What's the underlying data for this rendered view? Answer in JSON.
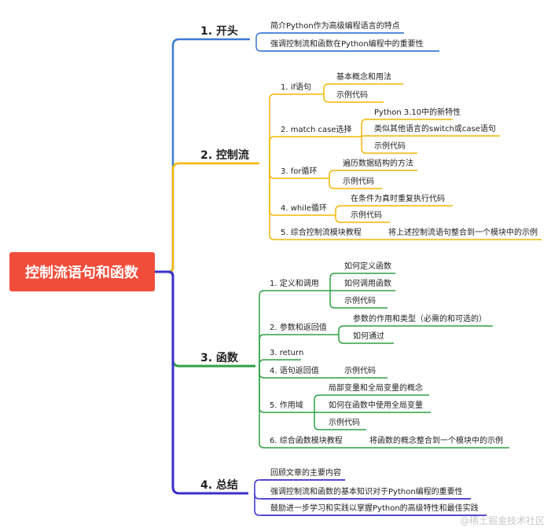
{
  "root": {
    "label": "控制流语句和函数",
    "bg_color": "#f04e3a"
  },
  "branches": [
    {
      "label": "1. 开头",
      "color": "#3d7ad6",
      "children": [
        {
          "label": "简介Python作为高级编程语言的特点"
        },
        {
          "label": "强调控制流和函数在Python编程中的重要性"
        }
      ]
    },
    {
      "label": "2. 控制流",
      "color": "#f2b705",
      "children": [
        {
          "label": "1. if语句",
          "children": [
            {
              "label": "基本概念和用法"
            },
            {
              "label": "示例代码"
            }
          ]
        },
        {
          "label": "2. match case选择",
          "children": [
            {
              "label": "Python 3.10中的新特性"
            },
            {
              "label": "类似其他语言的switch或case语句"
            },
            {
              "label": "示例代码"
            }
          ]
        },
        {
          "label": "3. for循环",
          "children": [
            {
              "label": "遍历数据结构的方法"
            },
            {
              "label": "示例代码"
            }
          ]
        },
        {
          "label": "4. while循环",
          "children": [
            {
              "label": "在条件为真时重复执行代码"
            },
            {
              "label": "示例代码"
            }
          ]
        },
        {
          "label": "5. 综合控制流模块教程",
          "children": [
            {
              "label": "将上述控制流语句整合到一个模块中的示例"
            }
          ]
        }
      ]
    },
    {
      "label": "3. 函数",
      "color": "#2ea043",
      "children": [
        {
          "label": "1. 定义和调用",
          "children": [
            {
              "label": "如何定义函数"
            },
            {
              "label": "如何调用函数"
            },
            {
              "label": "示例代码"
            }
          ]
        },
        {
          "label": "2. 参数和返回值",
          "children": [
            {
              "label": "参数的作用和类型（必需的和可选的）"
            },
            {
              "label": "如何通过"
            }
          ]
        },
        {
          "label": "3. return"
        },
        {
          "label": "4. 语句返回值",
          "children": [
            {
              "label": "示例代码"
            }
          ]
        },
        {
          "label": "5. 作用域",
          "children": [
            {
              "label": "局部变量和全局变量的概念"
            },
            {
              "label": "如何在函数中使用全局变量"
            },
            {
              "label": "示例代码"
            }
          ]
        },
        {
          "label": "6. 综合函数模块教程",
          "children": [
            {
              "label": "将函数的概念整合到一个模块中的示例"
            }
          ]
        }
      ]
    },
    {
      "label": "4. 总结",
      "color": "#3b2fc9",
      "children": [
        {
          "label": "回顾文章的主要内容"
        },
        {
          "label": "强调控制流和函数的基本知识对于Python编程的重要性"
        },
        {
          "label": "鼓励进一步学习和实践以掌握Python的高级特性和最佳实践"
        }
      ]
    }
  ],
  "watermark": "@稀土掘金技术社区"
}
